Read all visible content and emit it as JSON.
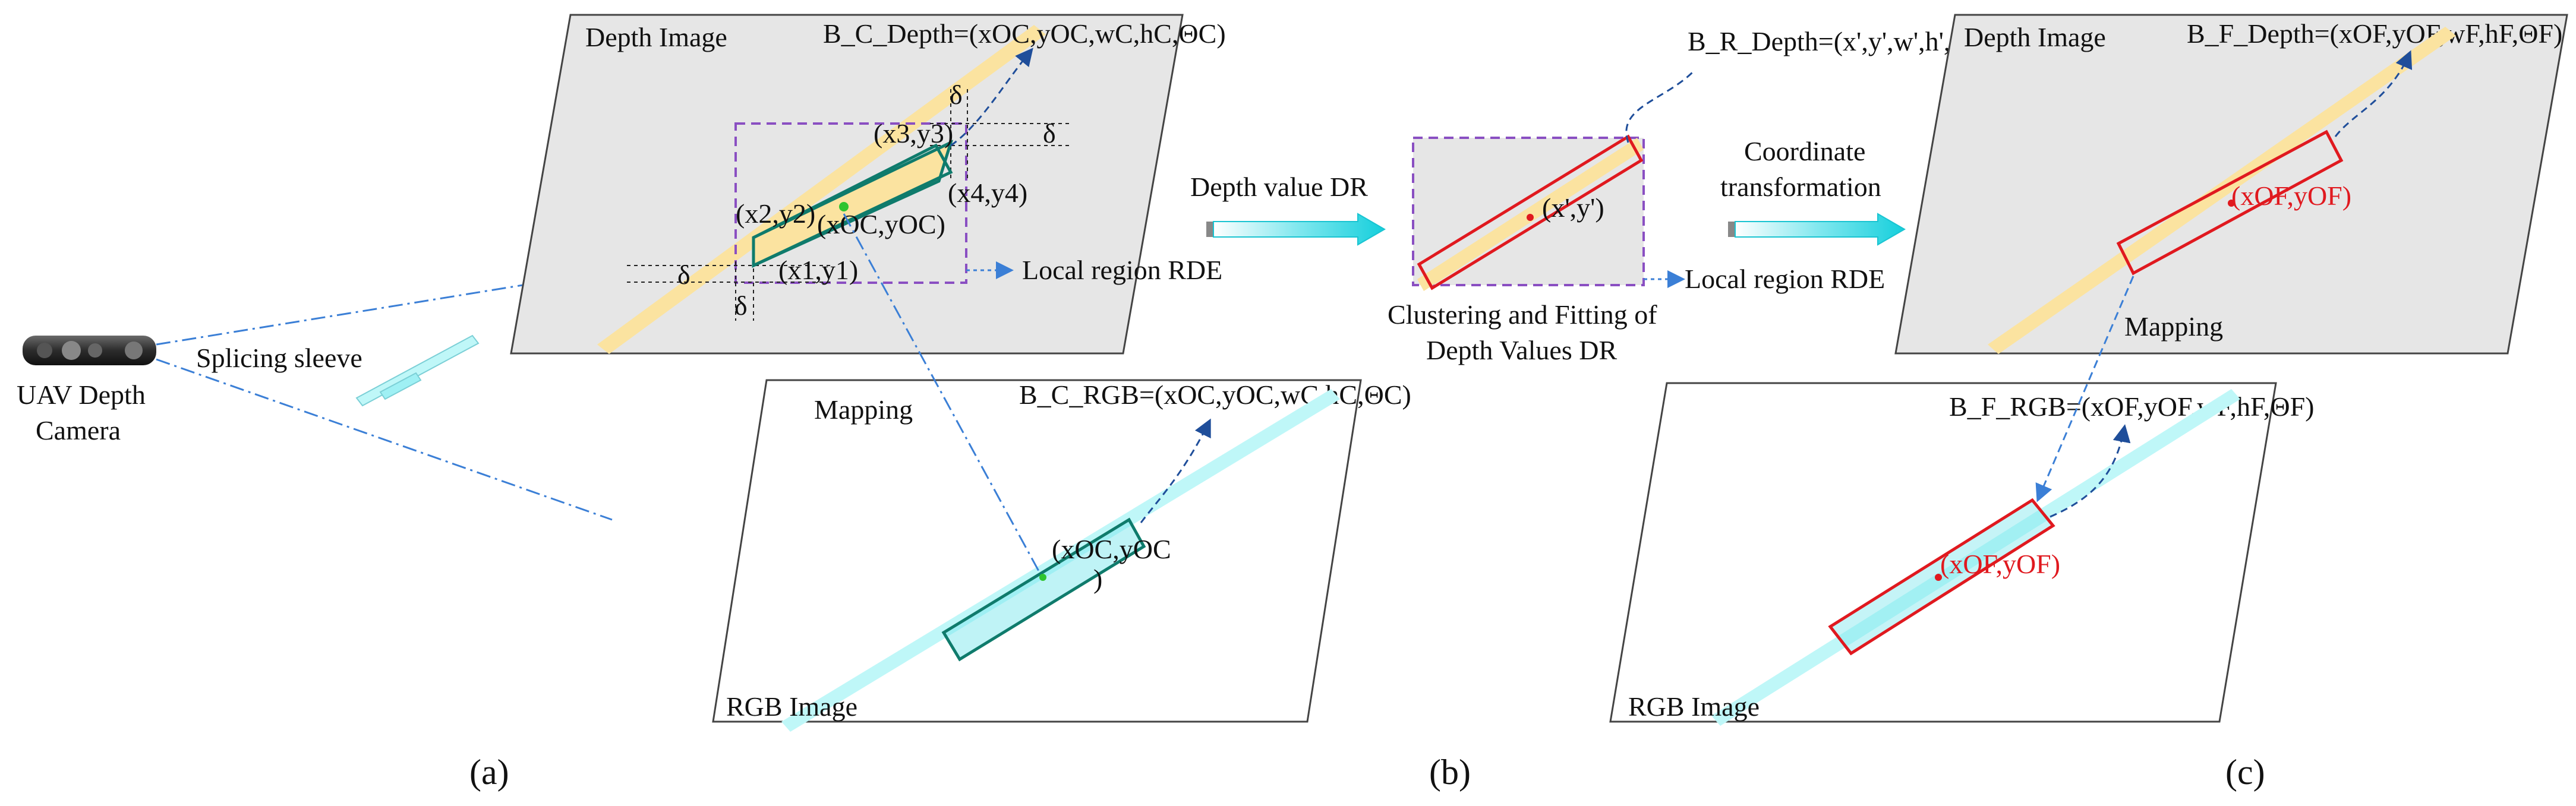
{
  "camera": {
    "label_line1": "UAV Depth",
    "label_line2": "Camera",
    "sleeve_label": "Splicing sleeve"
  },
  "panel_a": {
    "depth_title": "Depth Image",
    "depth_box_formula": "B_C_Depth=(xOC,yOC,wC,hC,ΘC)",
    "corner_p1": "(x1,y1)",
    "corner_p2": "(x2,y2)",
    "corner_p3": "(x3,y3)",
    "corner_p4": "(x4,y4)",
    "center": "(xOC,yOC)",
    "delta": "δ",
    "local_region": "Local region RDE",
    "mapping": "Mapping",
    "rgb_box_formula": "B_C_RGB=(xOC,yOC,wC,hC,ΘC)",
    "rgb_center": "(xOC,yOC",
    "rgb_center_close": ")",
    "rgb_title": "RGB Image",
    "caption": "(a)"
  },
  "panel_b": {
    "arrow_label": "Depth value DR",
    "region_formula": "B_R_Depth=(x',y',w',h',Θ')",
    "region_center": "(x',y')",
    "local_region": "Local region RDE",
    "cluster_line1": "Clustering and Fitting of",
    "cluster_line2": "Depth Values DR",
    "caption": "(b)"
  },
  "panel_c": {
    "arrow_line1": "Coordinate",
    "arrow_line2": "transformation",
    "depth_title": "Depth Image",
    "depth_box_formula": "B_F_Depth=(xOF,yOF,wF,hF,ΘF)",
    "center": "(xOF,yOF)",
    "mapping": "Mapping",
    "rgb_box_formula": "B_F_RGB=(xOF,yOF,wF,hF,ΘF)",
    "rgb_center": "(xOF,yOF)",
    "rgb_title": "RGB Image",
    "caption": "(c)"
  },
  "colors": {
    "panel_fill": "#e6e6e6",
    "depth_bar": "#fbe3a0",
    "rgb_bar": "#bff7f8",
    "purple_dash": "#8a4fc2",
    "teal_box": "#0f7b6c",
    "red_box": "#e0191f",
    "blue_dash": "#1f4e9a",
    "arrow_cyan": "#22d3e0"
  }
}
